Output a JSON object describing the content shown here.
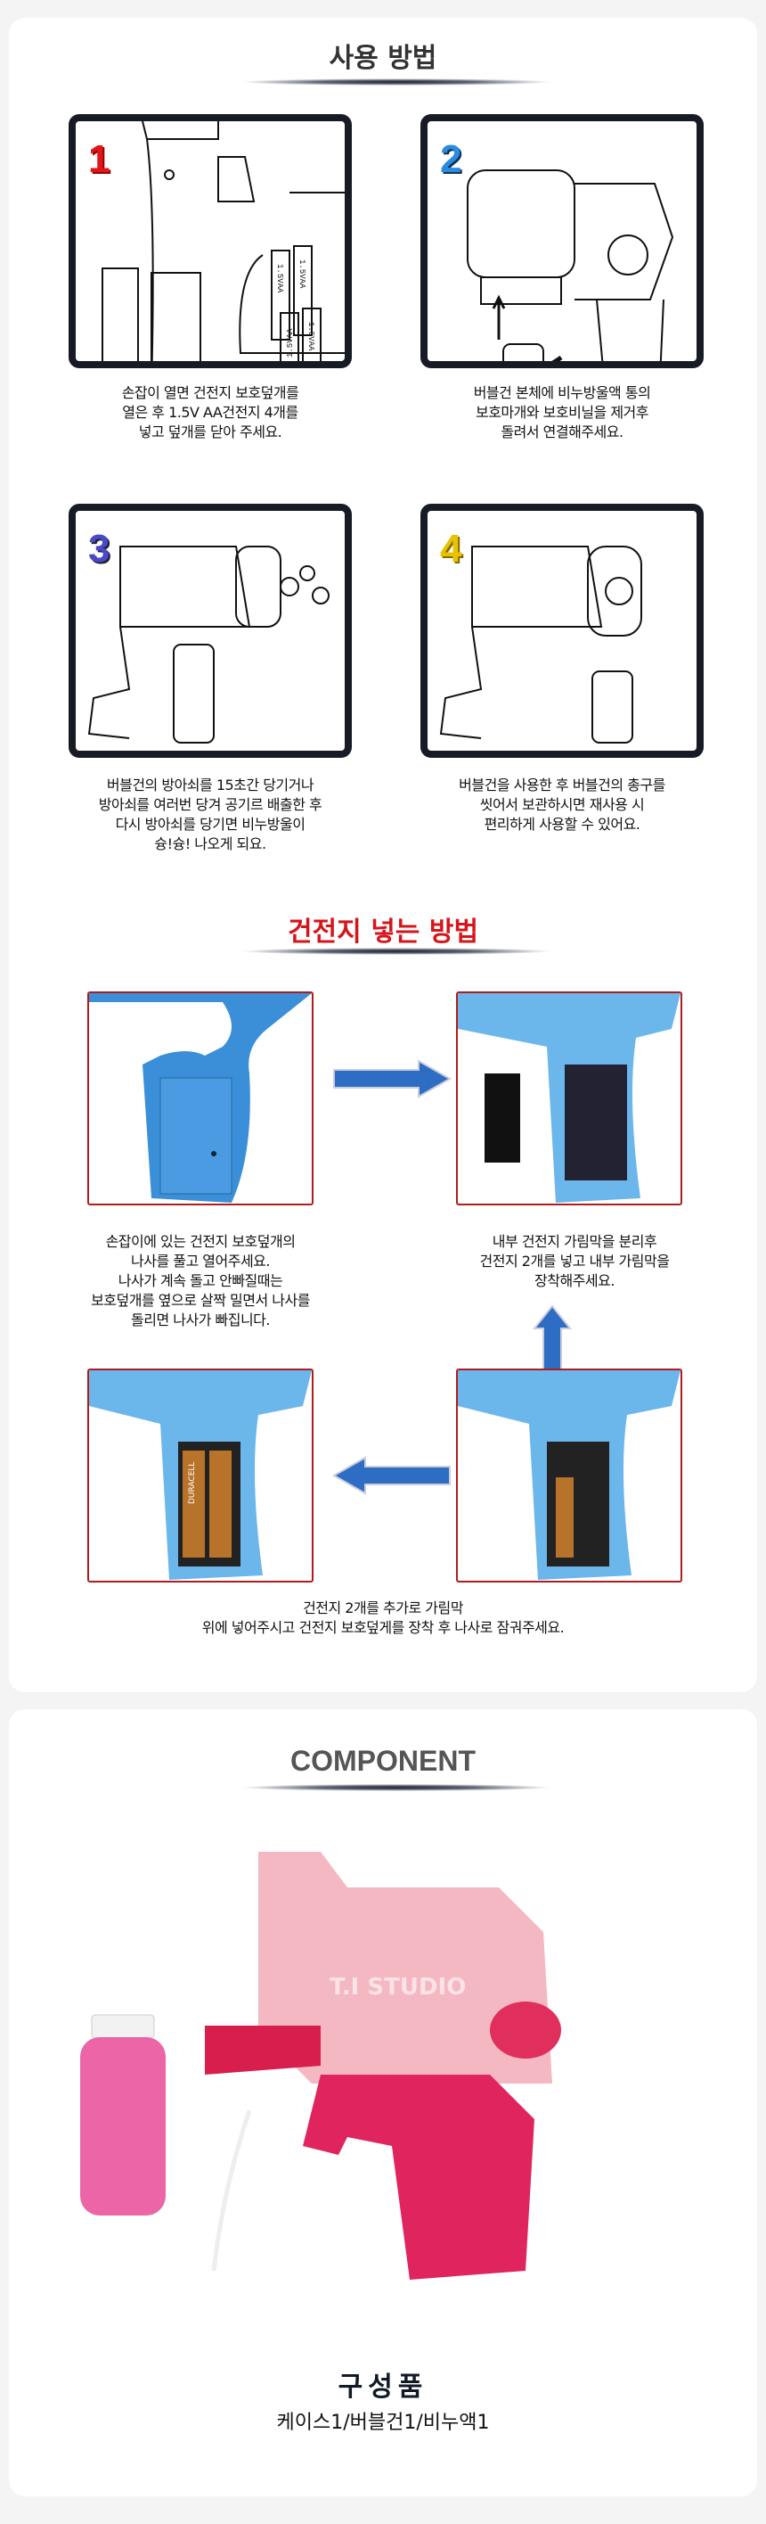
{
  "usage": {
    "title": "사용 방법",
    "steps": [
      {
        "num": "1",
        "lines": [
          "손잡이 열면 건전지 보호덮개를",
          "열은 후 1.5V AA건전지 4개를",
          "넣고 덮개를 닫아 주세요."
        ],
        "battery_label": "1.5VAA"
      },
      {
        "num": "2",
        "lines": [
          "버블건 본체에 비누방울액 통의",
          "보호마개와 보호비닐을 제거후",
          "돌려서 연결해주세요."
        ]
      },
      {
        "num": "3",
        "lines": [
          "버블건의 방아쇠를 15초간 당기거나",
          "방아쇠를 여러번 당겨 공기르 배출한 후",
          "다시 방아쇠를 당기면 비누방울이",
          "슝!슝! 나오게 되요."
        ]
      },
      {
        "num": "4",
        "lines": [
          "버블건을 사용한 후 버블건의 총구를",
          "씻어서 보관하시면 재사용 시",
          "편리하게 사용할 수 있어요."
        ]
      }
    ]
  },
  "battery": {
    "title": "건전지 넣는 방법",
    "captions": [
      [
        "손잡이에 있는 건전지 보호덮개의",
        "나사를 풀고 열어주세요.",
        "나사가 계속 돌고 안빠질때는",
        "보호덮개를 옆으로 살짝 밀면서 나사를",
        "돌리면 나사가 빠집니다."
      ],
      [
        "내부 건전지 가림막을 분리후",
        "건전지 2개를 넣고 내부 가림막을",
        "장착해주세요."
      ],
      [
        "건전지 2개를 추가로 가림막",
        "위에 넣어주시고 건전지 보호덮게를 장착 후 나사로 잠궈주세요."
      ]
    ],
    "battery_brand": "DURACELL"
  },
  "component": {
    "title": "COMPONENT",
    "watermark": "T.I STUDIO",
    "heading": "구성품",
    "items": "케이스1/버블건1/비누액1"
  },
  "colors": {
    "red": "#d4161b",
    "blue": "#3a8fd8",
    "pink": "#f2a9b8",
    "magenta": "#e0245e"
  }
}
